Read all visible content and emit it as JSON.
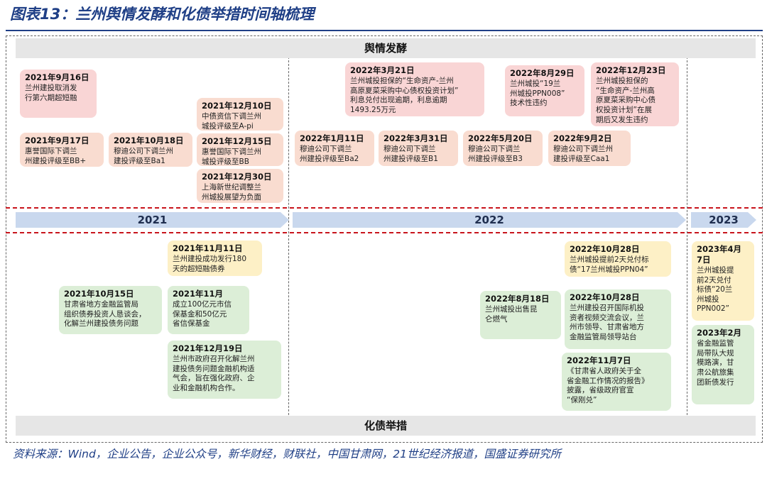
{
  "title": "图表13：兰州舆情发酵和化债举措时间轴梳理",
  "top_header": "舆情发酵",
  "bottom_header": "化债举措",
  "years": [
    "2021",
    "2022",
    "2023"
  ],
  "source": "资料来源：Wind，企业公告，企业公众号，新华财经，财联社，中国甘肃网，21世纪经济报道，国盛证券研究所",
  "top_events": [
    {
      "date": "2021年9月16日",
      "text": "兰州建投取消发\n行第六期超短融"
    },
    {
      "date": "2021年9月17日",
      "text": "惠誉国际下调兰\n州建投评级至BB+"
    },
    {
      "date": "2021年10月18日",
      "text": "穆迪公司下调兰州\n建投评级至Ba1"
    },
    {
      "date": "2021年12月10日",
      "text": "中债资信下调兰州\n城投评级至A-pi"
    },
    {
      "date": "2021年12月15日",
      "text": "惠誉国际下调兰州\n城投评级至BB"
    },
    {
      "date": "2021年12月30日",
      "text": "上海新世纪调整兰\n州城投展望为负面"
    },
    {
      "date": "2022年3月21日",
      "text": "兰州城投担保的“生命资产-兰州\n高原夏菜采购中心债权投资计划”\n利息兑付出现逾期，利息逾期\n1493.25万元"
    },
    {
      "date": "2022年1月11日",
      "text": "穆迪公司下调兰\n州建投评级至Ba2"
    },
    {
      "date": "2022年3月31日",
      "text": "穆迪公司下调兰\n州建投评级至B1"
    },
    {
      "date": "2022年5月20日",
      "text": "穆迪公司下调兰\n州建投评级至B3"
    },
    {
      "date": "2022年8月29日",
      "text": "兰州城投“19兰\n州城投PPN008”\n技术性违约"
    },
    {
      "date": "2022年9月2日",
      "text": "穆迪公司下调兰州\n建投评级至Caa1"
    },
    {
      "date": "2022年12月23日",
      "text": "兰州城投担保的\n“生命资产-兰州高\n原夏菜采购中心债\n权投资计划”在展\n期后又发生违约"
    }
  ],
  "bottom_events": [
    {
      "date": "2021年11月11日",
      "text": "兰州建投成功发行180\n天的超短融债券"
    },
    {
      "date": "2021年10月15日",
      "text": "甘肃省地方金融监管局\n组织债券投资人恳谈会，\n化解兰州建投债务问题"
    },
    {
      "date": "2021年11月",
      "text": "成立100亿元市信\n保基金和50亿元\n省信保基金"
    },
    {
      "date": "2021年12月19日",
      "text": "兰州市政府召开化解兰州\n建投债务问题金融机构适\n气会，旨在强化政府、企\n业和金融机构合作。"
    },
    {
      "date": "2022年10月28日",
      "text": "兰州城投提前2天兑付标\n债“17兰州城投PPN04”"
    },
    {
      "date": "2022年8月18日",
      "text": "兰州城投出售昆\n仑燃气"
    },
    {
      "date": "2022年10月28日",
      "text": "兰州建投召开国际机投\n资者视频交流会议，兰\n州市领导、甘肃省地方\n金融监管局领导站台"
    },
    {
      "date": "2022年11月7日",
      "text": "《甘肃省人政府关于全\n省金融工作情况的报告》\n披露，省级政府官宣\n“保刚兑”"
    },
    {
      "date": "2023年4月\n7日",
      "text": "兰州城投提\n前2天兑付\n标债“20兰\n州城投\nPPN002”"
    },
    {
      "date": "2023年2月",
      "text": "省金融监管\n局带队大规\n模路演，甘\n肃公航旅集\n团新债发行"
    }
  ],
  "colors": {
    "title": "#1f3f86",
    "accent_red": "#c8141c",
    "pink": "#f9d5d5",
    "salmon": "#f9dcd0",
    "yellow": "#fdf0c6",
    "green": "#dceed7",
    "arrow": "#c9d8ee"
  }
}
